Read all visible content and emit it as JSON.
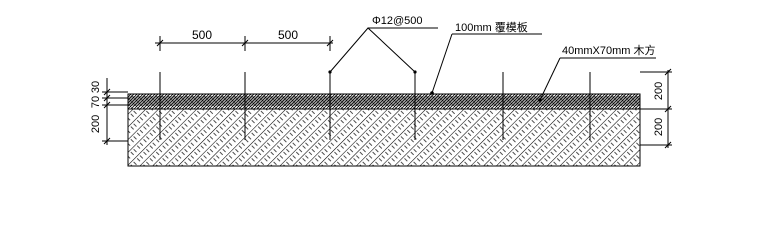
{
  "drawing": {
    "dims_top": [
      "500",
      "500"
    ],
    "rebar_label": "Φ12@500",
    "formwork_label": "100mm 覆模板",
    "timber_label": "40mmX70mm 木方",
    "left_dims_small": [
      "30",
      "70"
    ],
    "left_dim_large": "200",
    "right_dims": [
      "200",
      "200"
    ]
  }
}
